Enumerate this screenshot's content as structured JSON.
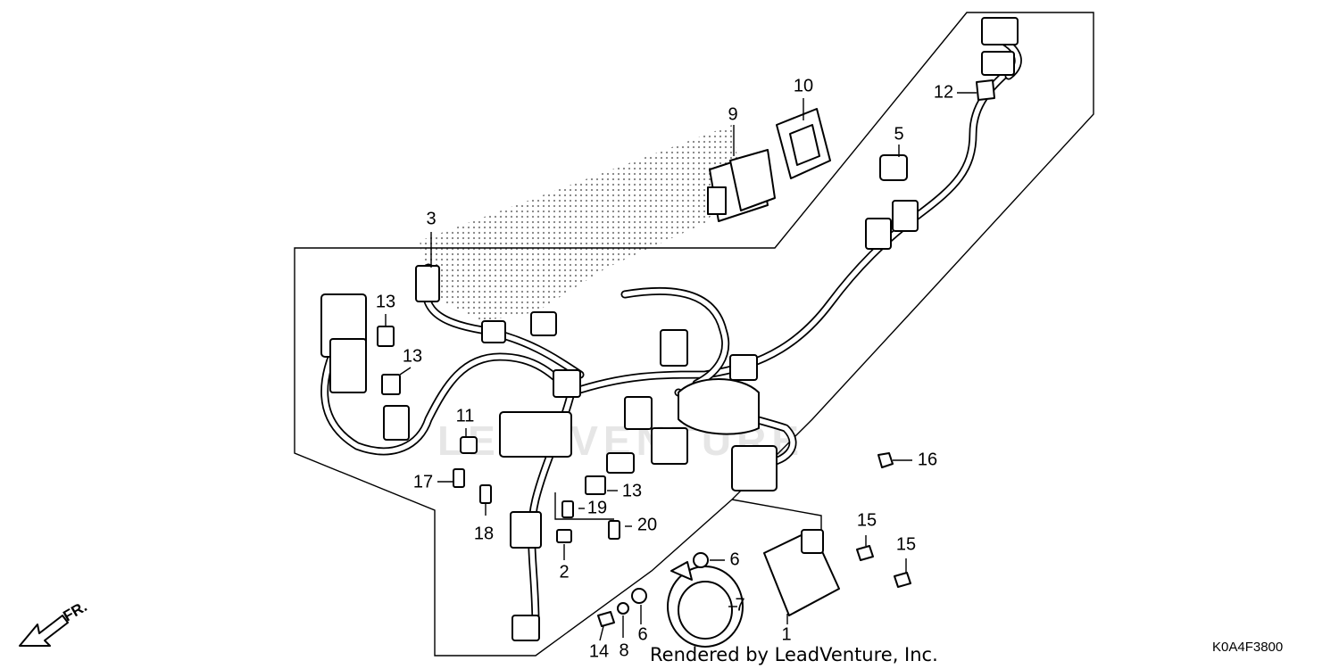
{
  "callouts": [
    {
      "label": "1"
    },
    {
      "label": "2"
    },
    {
      "label": "3"
    },
    {
      "label": "5"
    },
    {
      "label": "6"
    },
    {
      "label": "6"
    },
    {
      "label": "7"
    },
    {
      "label": "8"
    },
    {
      "label": "9"
    },
    {
      "label": "10"
    },
    {
      "label": "11"
    },
    {
      "label": "12"
    },
    {
      "label": "13"
    },
    {
      "label": "13"
    },
    {
      "label": "13"
    },
    {
      "label": "14"
    },
    {
      "label": "15"
    },
    {
      "label": "15"
    },
    {
      "label": "16"
    },
    {
      "label": "17"
    },
    {
      "label": "18"
    },
    {
      "label": "19"
    },
    {
      "label": "20"
    }
  ],
  "orientation": {
    "label": "FR."
  },
  "watermark": {
    "text": "LEADVENTURE"
  },
  "footer": {
    "credit": "Rendered by LeadVenture, Inc.",
    "diagram_code": "K0A4F3800"
  }
}
